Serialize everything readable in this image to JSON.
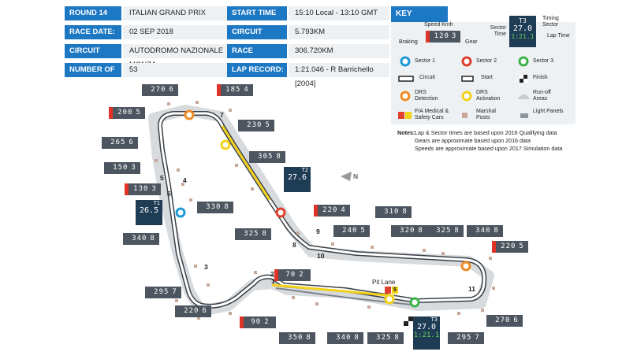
{
  "info": {
    "round_label": "ROUND 14",
    "grand_prix": "ITALIAN GRAND PRIX",
    "race_date_label": "RACE DATE:",
    "race_date": "02 SEP 2018",
    "circuit_name_label": "CIRCUIT NAME:",
    "circuit_name": "AUTODROMO NAZIONALE MONZA",
    "laps_label": "NUMBER OF LAPS:",
    "laps": "53",
    "start_time_label": "START TIME",
    "start_time": "15:10 Local - 13:10 GMT",
    "circuit_length_label": "CIRCUIT LENGTH:",
    "circuit_length": "5.793KM",
    "race_distance_label": "RACE DISTANCE:",
    "race_distance": "306.720KM",
    "lap_record_label": "LAP RECORD:",
    "lap_record": "1:21.046 - R Barrichello [2004]"
  },
  "key": {
    "title": "KEY",
    "speed_kmh": "Speed Kmh",
    "braking": "Braking",
    "gear": "Gear",
    "example_speed": "120",
    "example_gear": "3",
    "sector_time": "Sector Time",
    "timing_sector": "Timing Sector",
    "lap_time": "Lap Time",
    "example_sector": "T3",
    "example_sector_time": "27.0",
    "example_lap_time": "1:21.1",
    "sector1": "Sector 1",
    "sector2": "Sector 2",
    "sector3": "Sector 3",
    "circuit": "Circuit",
    "start": "Start",
    "finish": "Finish",
    "drs_detection": "DRS Detection",
    "drs_activation": "DRS Activation",
    "runoff": "Run-off Areas",
    "fia": "FIA Medical & Safety Cars",
    "marshal": "Marshal Posts",
    "light_panels": "Light Panels",
    "colors": {
      "sector1": "#1e9ad6",
      "sector2": "#e0402e",
      "sector3": "#3cb34a",
      "drs_detection": "#f08a24",
      "drs_activation": "#f2d21b",
      "accent": "#1d78c4"
    }
  },
  "notes": {
    "title": "Notes:",
    "line1": "Lap & Sector times are based upon 2016 Qualifying data",
    "line2": "Gears are approximate based upon 2016 data",
    "line3": "Speeds are approximate based upon 2017 Simulation data"
  },
  "sectors": {
    "t1": {
      "label": "T1",
      "time": "26.5"
    },
    "t2": {
      "label": "T2",
      "time": "27.6"
    },
    "t3": {
      "label": "T3",
      "time": "27.0",
      "lap": "1:21.1"
    }
  },
  "speeds": [
    {
      "id": "s1",
      "speed": "270",
      "gear": "6",
      "braking": false
    },
    {
      "id": "s2",
      "speed": "185",
      "gear": "4",
      "braking": true
    },
    {
      "id": "s3",
      "speed": "200",
      "gear": "5",
      "braking": true
    },
    {
      "id": "s4",
      "speed": "230",
      "gear": "5",
      "braking": false
    },
    {
      "id": "s5",
      "speed": "265",
      "gear": "6",
      "braking": false
    },
    {
      "id": "s6",
      "speed": "305",
      "gear": "8",
      "braking": false
    },
    {
      "id": "s7",
      "speed": "150",
      "gear": "3",
      "braking": false
    },
    {
      "id": "s8",
      "speed": "130",
      "gear": "3",
      "braking": true
    },
    {
      "id": "s9",
      "speed": "330",
      "gear": "8",
      "braking": false
    },
    {
      "id": "s10",
      "speed": "220",
      "gear": "4",
      "braking": true
    },
    {
      "id": "s11",
      "speed": "310",
      "gear": "8",
      "braking": false
    },
    {
      "id": "s12",
      "speed": "325",
      "gear": "8",
      "braking": false
    },
    {
      "id": "s13",
      "speed": "240",
      "gear": "5",
      "braking": false
    },
    {
      "id": "s14",
      "speed": "320",
      "gear": "8",
      "braking": false
    },
    {
      "id": "s15",
      "speed": "325",
      "gear": "8",
      "braking": false
    },
    {
      "id": "s16",
      "speed": "340",
      "gear": "8",
      "braking": false
    },
    {
      "id": "s17",
      "speed": "340",
      "gear": "8",
      "braking": false
    },
    {
      "id": "s18",
      "speed": "220",
      "gear": "5",
      "braking": true
    },
    {
      "id": "s19",
      "speed": "70",
      "gear": "2",
      "braking": true
    },
    {
      "id": "s20",
      "speed": "295",
      "gear": "7",
      "braking": false
    },
    {
      "id": "s21",
      "speed": "220",
      "gear": "6",
      "braking": false
    },
    {
      "id": "s22",
      "speed": "90",
      "gear": "2",
      "braking": true
    },
    {
      "id": "s23",
      "speed": "350",
      "gear": "8",
      "braking": false
    },
    {
      "id": "s24",
      "speed": "340",
      "gear": "8",
      "braking": false
    },
    {
      "id": "s25",
      "speed": "325",
      "gear": "8",
      "braking": false
    },
    {
      "id": "s26",
      "speed": "295",
      "gear": "7",
      "braking": false
    },
    {
      "id": "s27",
      "speed": "270",
      "gear": "6",
      "braking": false
    }
  ],
  "corners": [
    "1",
    "2",
    "3",
    "4",
    "5",
    "6",
    "7",
    "8",
    "9",
    "10",
    "11"
  ],
  "pit_lane": "Pit Lane",
  "fia_badge": "5",
  "north": "N"
}
